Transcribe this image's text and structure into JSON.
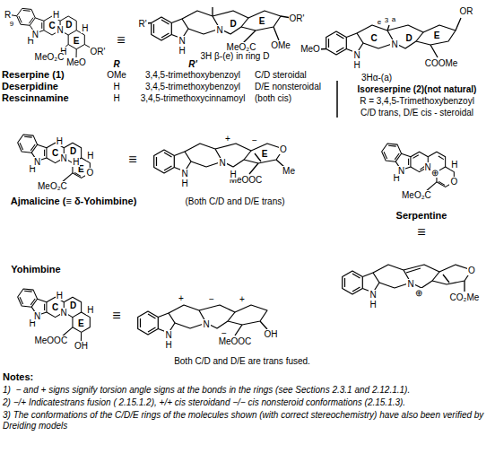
{
  "diagram": {
    "labels": [
      "R",
      "9",
      "H",
      "N",
      "C",
      "D",
      "N",
      "E",
      "H",
      "H",
      "H",
      "MeO₂C",
      "MeO",
      "OR'",
      "≡",
      "R'",
      "N",
      "H",
      "N",
      "D",
      "E",
      "MeO₂C",
      "OMe",
      "OR'",
      "3H β-(e) in ring D",
      "R",
      "R'",
      "Reserpine (1)",
      "OMe",
      "3,4,5-trimethoxybenzoyl",
      "C/D steroidal",
      "Deserpidine",
      "H",
      "3,4,5-trimethoxybenzoyl",
      "D/E nonsteroidal",
      "Rescinnamine",
      "H",
      "3,4,5-trimethoxycinnamoyl",
      "(both cis)",
      "MeO",
      "N",
      "H",
      "C",
      "N",
      "D",
      "E",
      "e",
      "3",
      "a",
      "OR",
      "COOMe",
      "3Hα-(a)",
      "Isoreserpine (2)(not natural)",
      "R = 3,4,5-Trimethoxybenzoyl",
      "C/D trans, D/E cis - steroidal",
      "H",
      "N",
      "C",
      "D",
      "N",
      "E",
      "H",
      "H",
      "H",
      "O",
      "MeO₂C",
      "≡",
      "N",
      "H",
      "N",
      "+",
      "−",
      "E",
      "O",
      "MeOOC",
      "H",
      "Me",
      "Ajmalicine (≡ δ-Yohimbine)",
      "(Both C/D and D/E trans)",
      "H",
      "N",
      "N",
      "⊕",
      "H",
      "O",
      "MeO₂C",
      "Serpentine",
      "≡",
      "N",
      "H",
      "N",
      "⊕",
      "O",
      "CO₂Me",
      "Yohimbine",
      "H",
      "N",
      "C",
      "D",
      "N",
      "E",
      "H",
      "H",
      "MeOOC",
      "OH",
      "≡",
      "N",
      "H",
      "N",
      "+",
      "−",
      "+",
      "−",
      "MeOOC",
      "OH",
      "Both C/D and D/E are trans fused.",
      "Notes:",
      "1)  − and + signs signify torsion angle signs at the bonds in the rings (see Sections 2.3.1 and 2.12.1.1).",
      "2) −/+ Indicatestrans fusion ( 2.15.1.2), +/+ cis steroidand −/− cis nonsteroid conformations (2.15.1.3).",
      "3) The conformations of the C/D/E rings of the molecules shown (with correct stereochemistry) have also been verified by Dreiding models"
    ]
  }
}
